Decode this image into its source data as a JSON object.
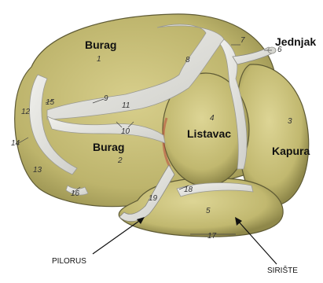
{
  "labels": {
    "burag_top": "Burag",
    "burag_bottom": "Burag",
    "jednjak": "Jednjak",
    "listavac": "Listavac",
    "kapura": "Kapura",
    "pilorus": "PILORUS",
    "siriste": "SIRIŠTE"
  },
  "numbers": {
    "n1": "1",
    "n2": "2",
    "n3": "3",
    "n4": "4",
    "n5": "5",
    "n6": "6",
    "n7": "7",
    "n8": "8",
    "n9": "9",
    "n10": "10",
    "n11": "11",
    "n12": "12",
    "n13": "13",
    "n14": "14",
    "n15": "15",
    "n16": "16",
    "n17": "17",
    "n18": "18",
    "n19": "19"
  },
  "colors": {
    "stomach_fill": "#c9c07a",
    "stomach_dark": "#8f8a4c",
    "serosa": "#e4e4e0",
    "outline": "#5e5a34",
    "pink": "#b9473b"
  }
}
